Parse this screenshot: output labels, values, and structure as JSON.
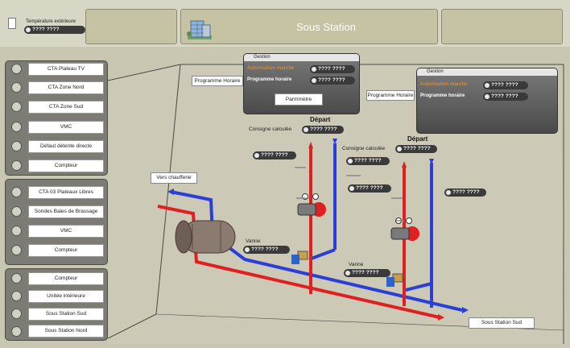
{
  "header": {
    "outdoor_temp": {
      "label": "Température extérieure",
      "value": "???? ????"
    },
    "title": "Sous Station"
  },
  "left_menus": {
    "group1": [
      "CTA Plateau TV",
      "CTA Zone Nord",
      "CTA Zone Sud",
      "VMC",
      "Défaut détente directe",
      "Compteur"
    ],
    "group2": [
      "CTA 03 Plateaux Libres",
      "Sondes Baies de Brassage",
      "VMC",
      "Compteur"
    ],
    "group3": [
      "Compteur",
      "Unitée intérieure",
      "Sous Station Sud",
      "Sous Station Nord"
    ]
  },
  "gestion1": {
    "title": "Gestion",
    "autorisation_label": "Autorisation marche",
    "autorisation_value": "???? ????",
    "programme_label": "Programme horaire",
    "programme_value": "???? ????",
    "parametre_button": "Parmmètre"
  },
  "gestion2": {
    "title": "Gestion",
    "autorisation_label": "Autorisation marche",
    "autorisation_value": "???? ????",
    "programme_label": "Programme horaire",
    "programme_value": "???? ????"
  },
  "scene": {
    "programme_horaire_btn1": "Programme Horaire",
    "programme_horaire_btn2": "Programme Horaire",
    "vers_chaufferie": "Vers chaufferie",
    "sous_station_sud": "Sous Station Sud",
    "circuit1": {
      "consigne_label": "Consigne calculée",
      "consigne_value": "???? ????",
      "depart": "Départ",
      "t1": "???? ????",
      "vanne_label": "Vanne",
      "vanne_value": "???? ????"
    },
    "circuit2": {
      "consigne_label": "Consigne calculée",
      "consigne_value": "???? ????",
      "depart": "Départ",
      "t1": "???? ????",
      "t2": "???? ????",
      "t3": "???? ????",
      "vanne_label": "Vanne",
      "vanne_value": "???? ????"
    }
  },
  "colors": {
    "supply": "#e02020",
    "return": "#2b3fd6",
    "background": "#c9c6b1"
  }
}
